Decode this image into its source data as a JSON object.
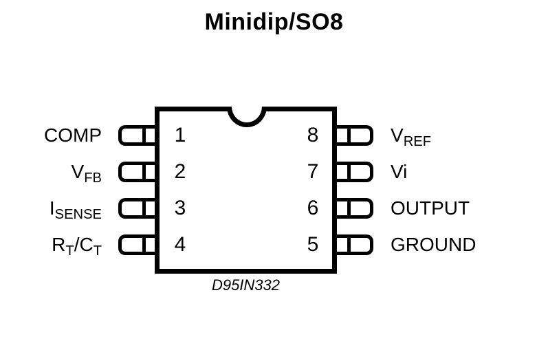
{
  "figure": {
    "title": "Minidip/SO8",
    "code": "D95IN332"
  },
  "colors": {
    "ink": "#000000",
    "background": "#ffffff"
  },
  "pins": {
    "left": [
      {
        "number": "1",
        "label": {
          "main": "COMP"
        }
      },
      {
        "number": "2",
        "label": {
          "main": "V",
          "sub": "FB"
        }
      },
      {
        "number": "3",
        "label": {
          "main": "I",
          "sub": "SENSE"
        }
      },
      {
        "number": "4",
        "label": {
          "main": "R",
          "sub": "T",
          "main2": "/C",
          "sub2": "T"
        }
      }
    ],
    "right": [
      {
        "number": "8",
        "label": {
          "main": "V",
          "sub": "REF"
        }
      },
      {
        "number": "7",
        "label": {
          "main": "Vi"
        }
      },
      {
        "number": "6",
        "label": {
          "main": "OUTPUT"
        }
      },
      {
        "number": "5",
        "label": {
          "main": "GROUND"
        }
      }
    ]
  }
}
